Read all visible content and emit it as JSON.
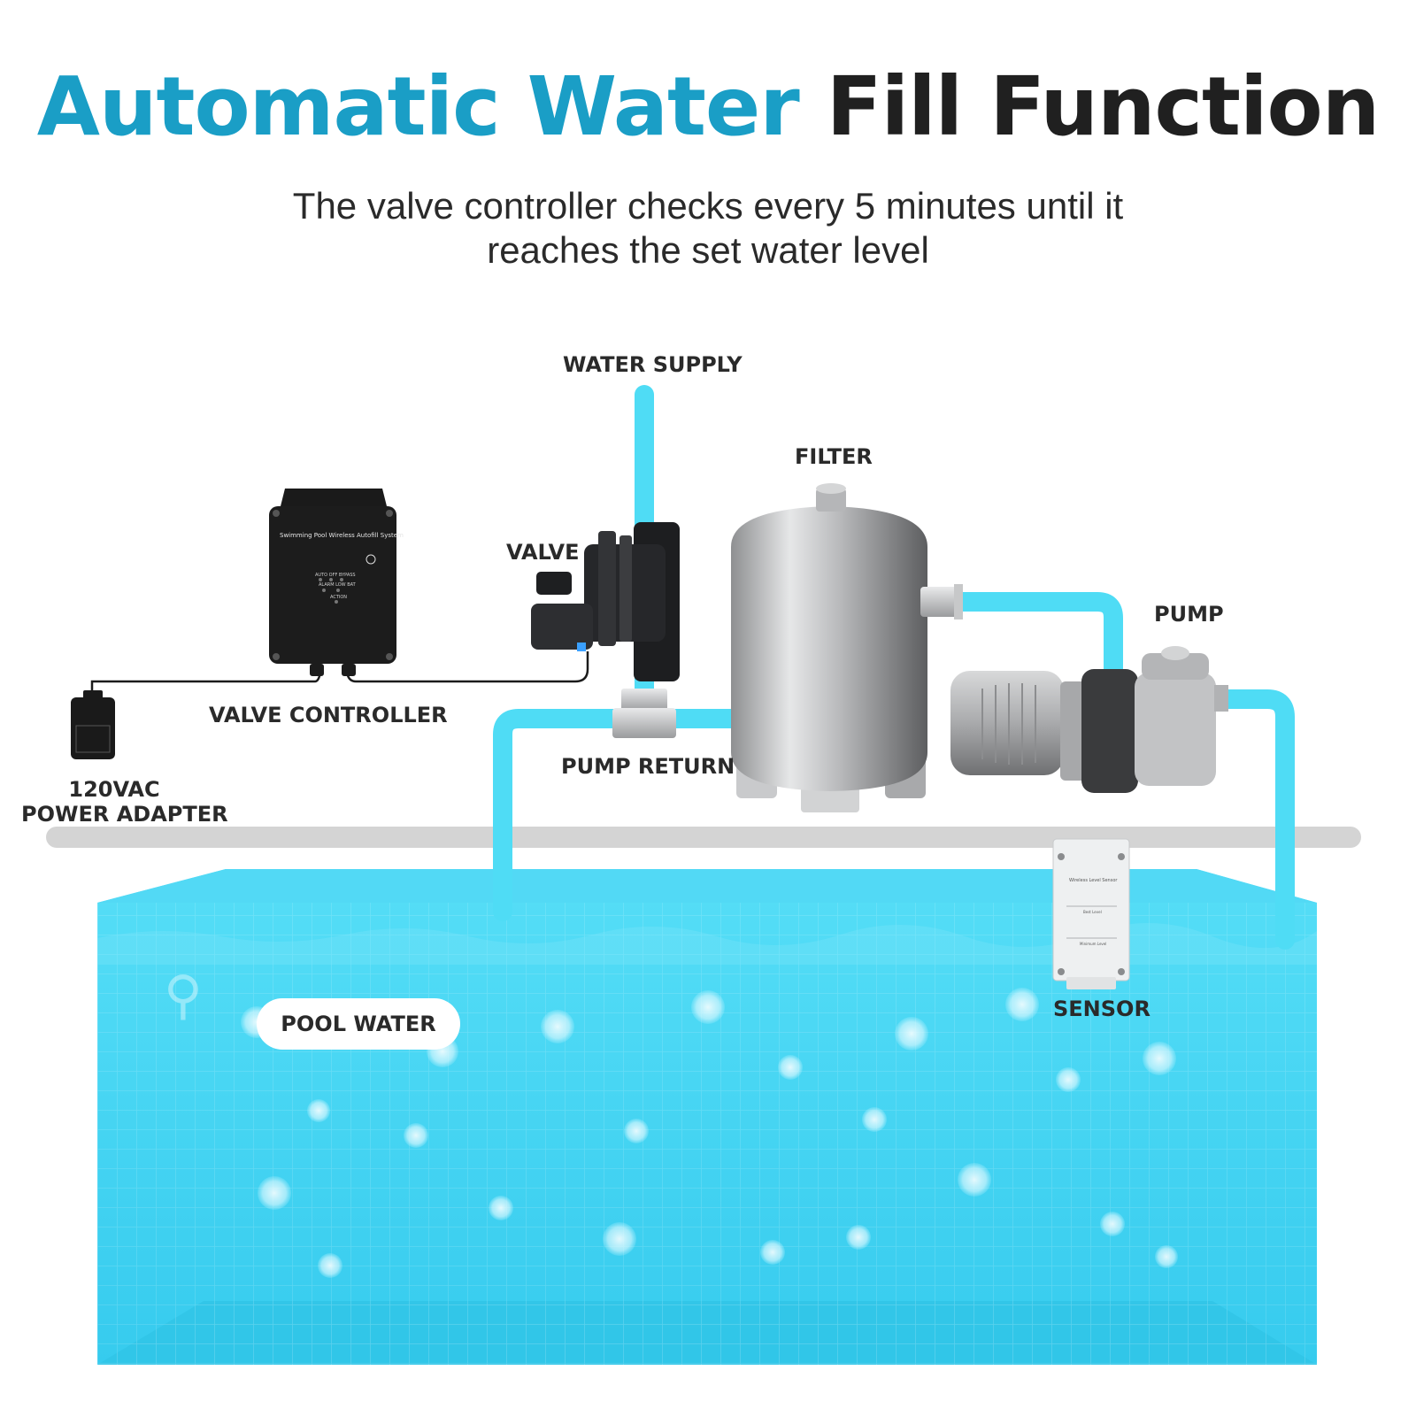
{
  "header": {
    "title_accent": "Automatic Water",
    "title_dark": "Fill Function",
    "subtitle_line1": "The valve controller checks every 5 minutes until it",
    "subtitle_line2": "reaches the set water level"
  },
  "labels": {
    "water_supply": "WATER SUPPLY",
    "filter": "FILTER",
    "valve": "VALVE",
    "pump": "PUMP",
    "valve_controller": "VALVE CONTROLLER",
    "power_adapter_line1": "120VAC",
    "power_adapter_line2": "POWER ADAPTER",
    "pump_return": "PUMP RETURN",
    "sensor": "SENSOR",
    "pool_water": "POOL WATER"
  },
  "device_text": {
    "controller_title": "Swimming Pool Wireless Autofill System",
    "controller_leds_row1": "AUTO  OFF  BYPASS",
    "controller_leds_row2": "ALARM LOW BAT",
    "controller_leds_row3": "ACTION",
    "sensor_title": "Wireless Level Sensor",
    "sensor_mark1": "Best Level",
    "sensor_mark2": "Minimum Level"
  },
  "colors": {
    "accent": "#1a9ec6",
    "pipe": "#4fdcf5",
    "pool": "#3fd4f3",
    "ground": "#d4d4d4"
  }
}
